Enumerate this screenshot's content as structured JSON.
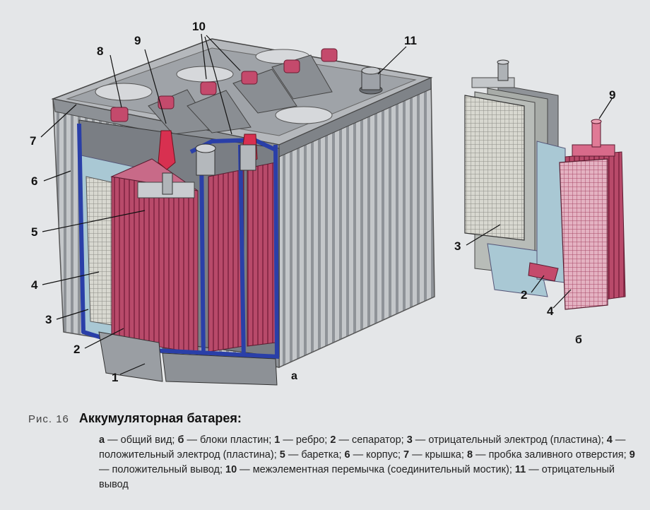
{
  "callouts": {
    "c1": "1",
    "c2_a": "2",
    "c3_a": "3",
    "c4_a": "4",
    "c5": "5",
    "c6": "6",
    "c7": "7",
    "c8": "8",
    "c9_a": "9",
    "c10": "10",
    "c11": "11",
    "c2_b": "2",
    "c3_b": "3",
    "c4_b": "4",
    "c9_b": "9"
  },
  "panel_labels": {
    "a": "а",
    "b": "б"
  },
  "caption": {
    "figure_number": "Рис. 16",
    "title": "Аккумуляторная батарея:",
    "legend_items": [
      {
        "key": "а",
        "text": " — общий вид; "
      },
      {
        "key": "б",
        "text": " — блоки пластин; "
      },
      {
        "key": "1",
        "text": " — ребро; "
      },
      {
        "key": "2",
        "text": " — сепаратор; "
      },
      {
        "key": "3",
        "text": " — отрицательный электрод (пластина); "
      },
      {
        "key": "4",
        "text": " — положительный электрод (пластина); "
      },
      {
        "key": "5",
        "text": " — баретка; "
      },
      {
        "key": "6",
        "text": " — корпус; "
      },
      {
        "key": "7",
        "text": " — крышка; "
      },
      {
        "key": "8",
        "text": " — пробка заливного отверстия; "
      },
      {
        "key": "9",
        "text": " — положительный вывод; "
      },
      {
        "key": "10",
        "text": " — межэлементная перемычка (соединительный мостик); "
      },
      {
        "key": "11",
        "text": " — отрицательный вывод"
      }
    ]
  },
  "colors": {
    "positive_plate": "#b84a6a",
    "negative_plate": "#a8a8a0",
    "separator": "#a9c8d4",
    "case": "#b9bcc0",
    "frame_blue": "#2a3fa8",
    "terminal_red": "#d83050"
  }
}
